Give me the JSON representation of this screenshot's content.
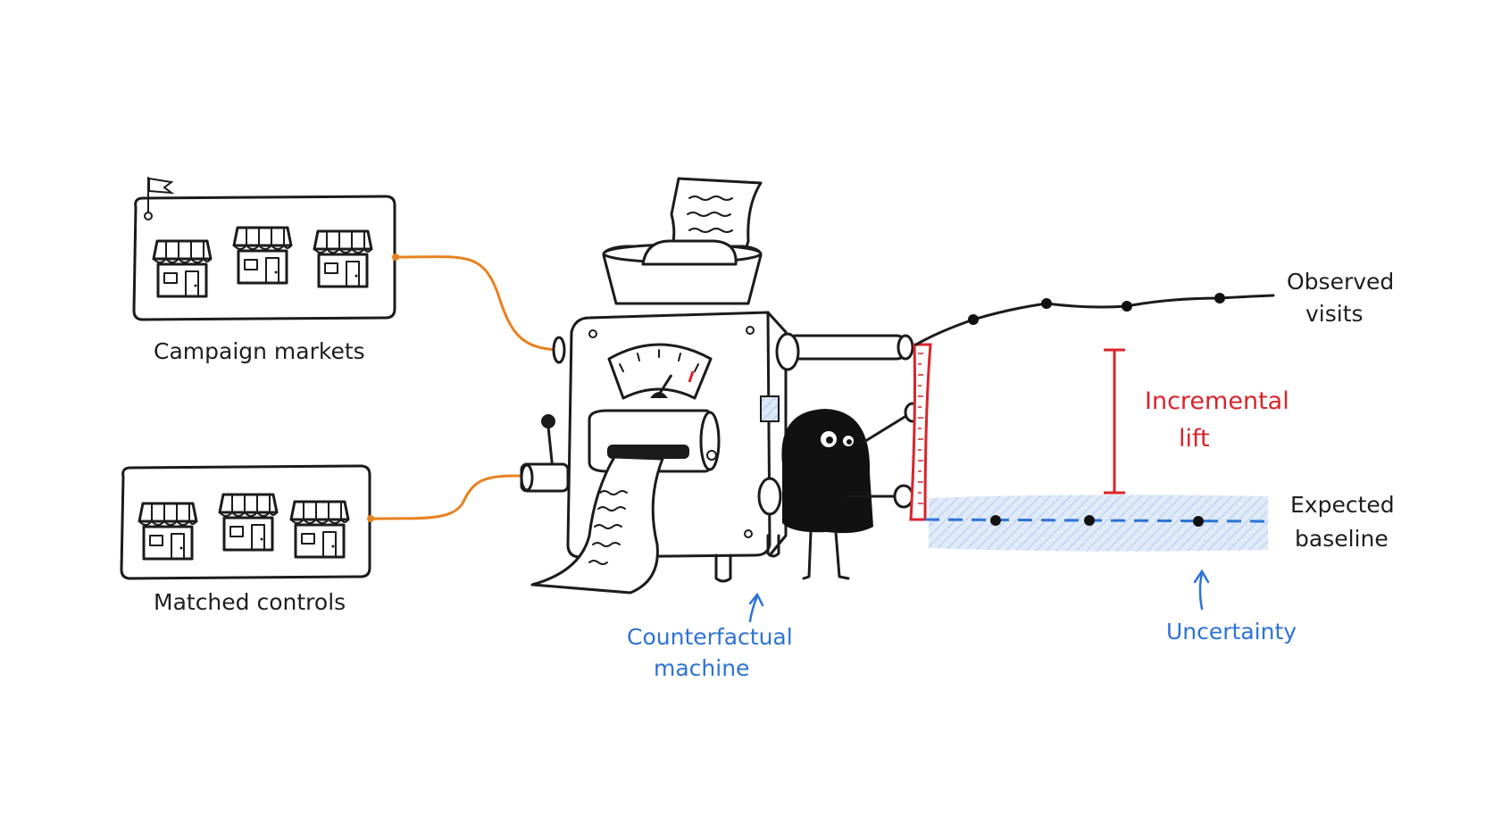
{
  "labels": {
    "campaign_markets": "Campaign markets",
    "matched_controls": "Matched controls",
    "counterfactual_line1": "Counterfactual",
    "counterfactual_line2": "machine",
    "observed_line1": "Observed",
    "observed_line2": "visits",
    "lift_line1": "Incremental",
    "lift_line2": "lift",
    "expected_line1": "Expected",
    "expected_line2": "baseline",
    "uncertainty": "Uncertainty"
  },
  "colors": {
    "ink": "#1b1b1b",
    "orange_connector": "#e8811f",
    "lift_red": "#d9242b",
    "annotation_blue": "#2d73d6",
    "uncertainty_band": "#cfe0f6"
  },
  "icons": [
    "store-icon",
    "flag-icon",
    "counterfactual-machine",
    "character-figure",
    "paper-receipt-icon",
    "gauge-icon",
    "lever-icon",
    "ruler-icon"
  ]
}
